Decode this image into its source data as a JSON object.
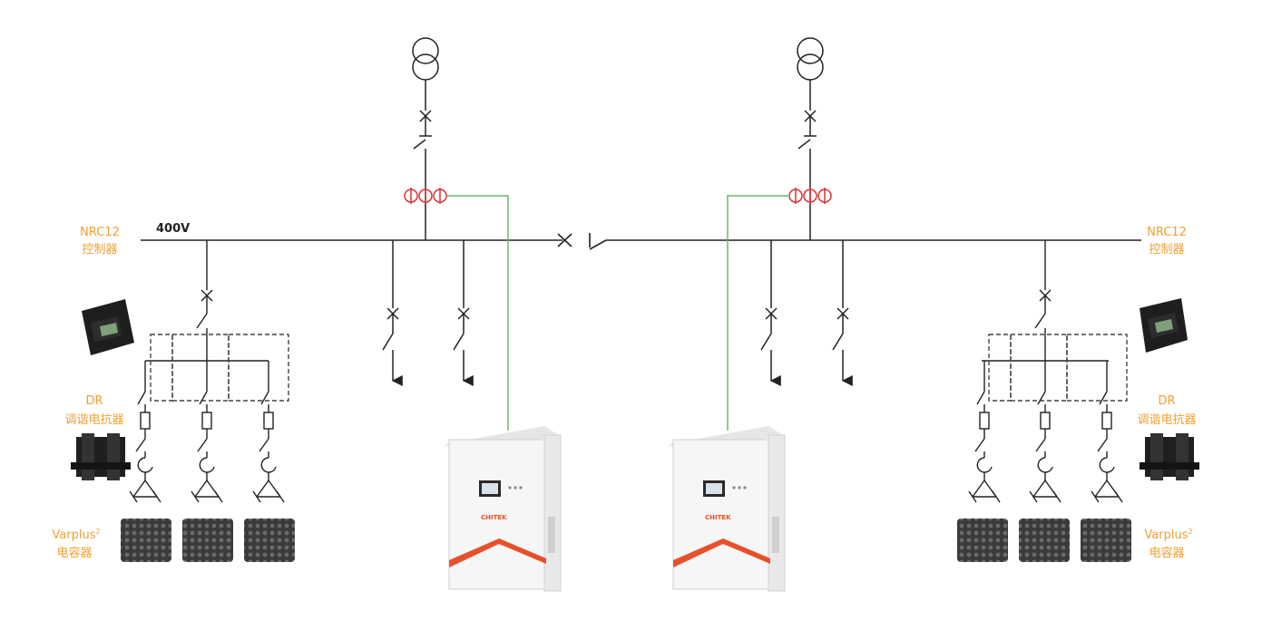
{
  "bus_voltage": "400V",
  "left": {
    "controller_model": "NRC12",
    "controller_name": "控制器",
    "reactor_model": "DR",
    "reactor_name": "调谐电抗器",
    "capacitor_model": "Varplus",
    "capacitor_sup": "2",
    "capacitor_name": "电容器"
  },
  "right": {
    "controller_model": "NRC12",
    "controller_name": "控制器",
    "reactor_model": "DR",
    "reactor_name": "调谐电抗器",
    "capacitor_model": "Varplus",
    "capacitor_sup": "2",
    "capacitor_name": "电容器"
  },
  "device_brand": "CHITEK",
  "colors": {
    "label": "#f0a030",
    "ct_symbol": "#e03030",
    "signal_line": "#6ab86a",
    "device_accent": "#e8502a",
    "wire": "#222222"
  }
}
